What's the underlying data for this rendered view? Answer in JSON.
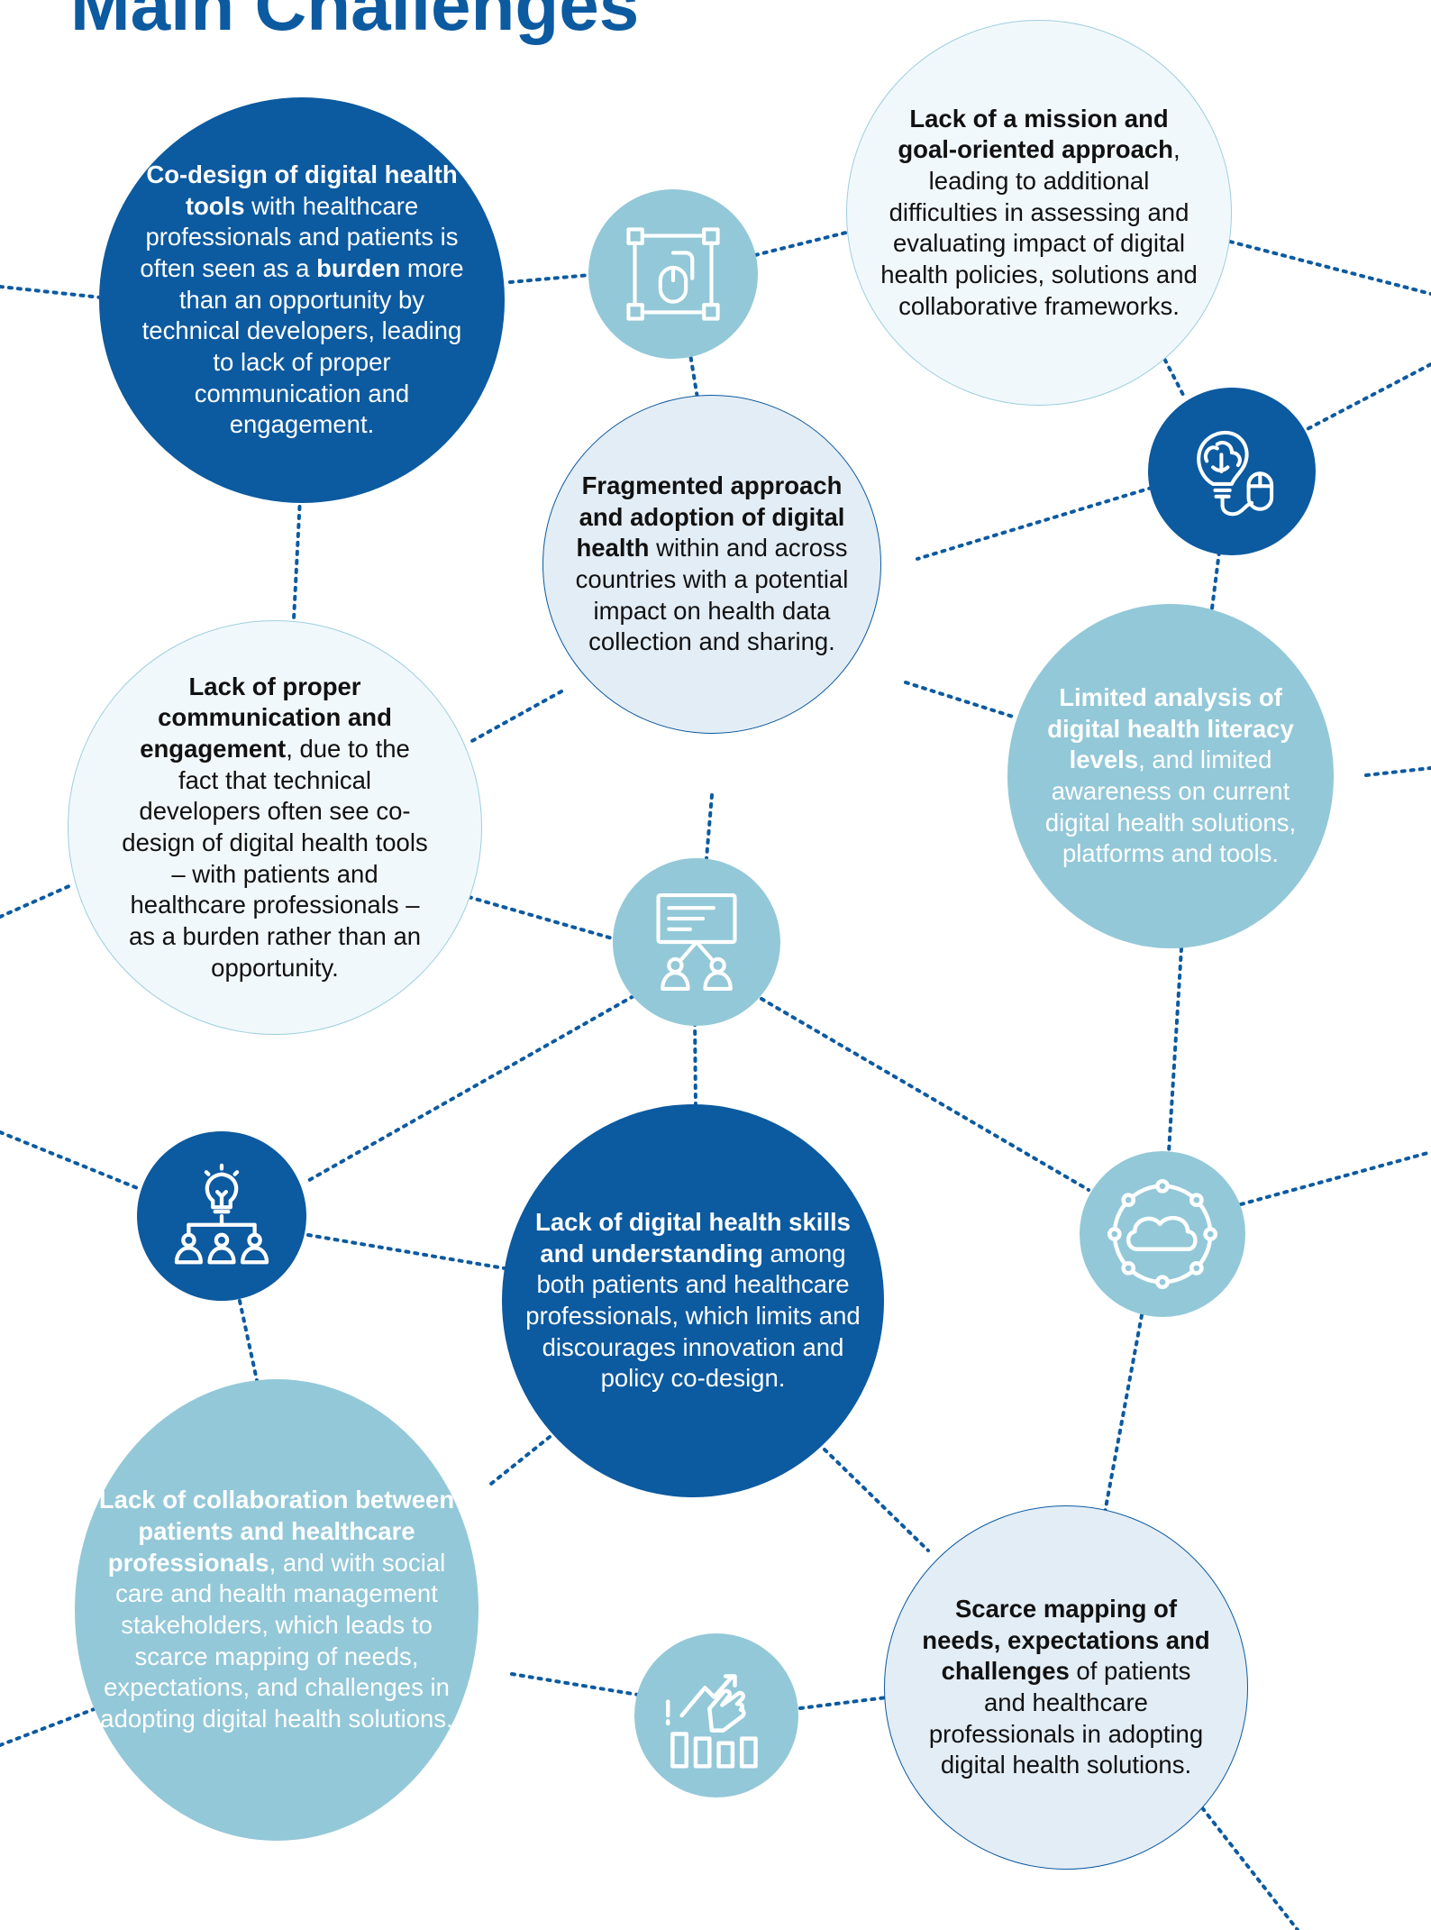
{
  "title": "Main Challenges",
  "challenges": {
    "codesign": {
      "bold": "Co-design of digital health tools",
      "t1": " with healthcare professionals and patients is often seen as a ",
      "bold2": "burden",
      "t2": " more than an opportunity by technical developers, leading to lack of proper communication and engagement."
    },
    "mission": {
      "bold": "Lack of a mission and goal-oriented approach",
      "text": ", leading to additional difficulties in assessing and evaluating impact of digital health policies, solutions and collaborative frameworks."
    },
    "fragmented": {
      "bold": "Fragmented approach and adoption of digital health",
      "text": " within and across countries with a potential impact on health data collection and sharing."
    },
    "literacy": {
      "bold": "Limited analysis of digital health literacy levels",
      "text": ", and limited awareness on current digital health solutions, platforms and tools."
    },
    "communication": {
      "bold": "Lack of proper communication and engagement",
      "text": ", due to the fact that technical developers often see co-design of digital health tools – with patients and healthcare professionals – as a burden rather than an opportunity."
    },
    "skills": {
      "bold": "Lack of digital health skills and understanding",
      "text": " among both patients and healthcare professionals, which limits and discourages innovation and policy co-design."
    },
    "collaboration": {
      "bold": "Lack of collaboration between patients and healthcare professionals",
      "text": ", and with social care and health management stakeholders, which leads to scarce mapping of needs, expectations, and challenges in adopting digital health solutions."
    },
    "mapping": {
      "bold": "Scarce mapping of needs, expectations and challenges",
      "text": " of patients and healthcare professionals in adopting digital health solutions."
    }
  },
  "icons": {
    "design": "design-select-icon",
    "brain": "brain-bulb-mouse-icon",
    "presentation": "presentation-board-icon",
    "hierarchy": "idea-hierarchy-icon",
    "cloud": "cloud-network-icon",
    "growth": "growth-chart-hand-icon"
  },
  "colors": {
    "dark_blue": "#0c5aa0",
    "mid_blue": "#93c8d8",
    "light_fill": "#f1f8fb",
    "pale_fill": "#e3edf6",
    "dotted_line": "#0c5aa0"
  }
}
